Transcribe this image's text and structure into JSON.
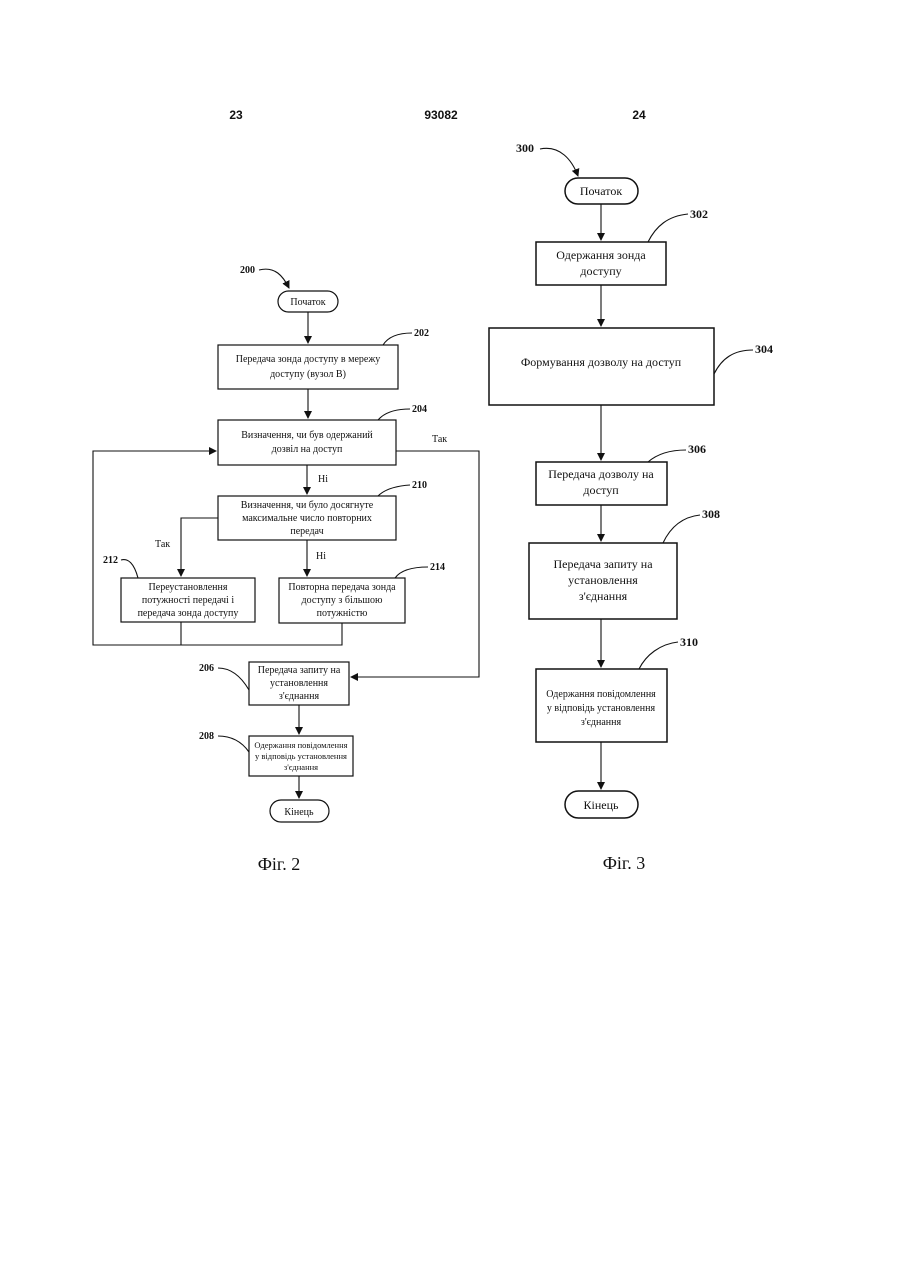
{
  "header": {
    "left_page": "23",
    "patent_number": "93082",
    "right_page": "24"
  },
  "fig2": {
    "caption": "Фіг. 2",
    "refs": {
      "flow": "200",
      "send_probe": "202",
      "determine_grant": "204",
      "send_request": "206",
      "receive_response": "208",
      "determine_max": "210",
      "reset": "212",
      "retransmit": "214"
    },
    "start": "Початок",
    "send_probe": [
      "Передача зонда доступу в мережу",
      "доступу (вузол В)"
    ],
    "determine_grant": [
      "Визначення, чи був одержаний",
      "дозвіл на доступ"
    ],
    "determine_max": [
      "Визначення, чи було досягнуте",
      "максимальне число повторних",
      "передач"
    ],
    "reset": [
      "Переустановлення",
      "потужності передачі і",
      "передача зонда доступу"
    ],
    "retransmit": [
      "Повторна передача зонда",
      "доступу з більшою",
      "потужністю"
    ],
    "send_request": [
      "Передача запиту на",
      "установлення",
      "з'єднання"
    ],
    "receive_response": [
      "Одержання повідомлення",
      "у відповідь установлення",
      "з'єднання"
    ],
    "end": "Кінець",
    "labels": {
      "yes_grant": "Так",
      "no_grant": "Ні",
      "yes_max": "Так",
      "no_max": "Ні"
    }
  },
  "fig3": {
    "caption": "Фіг. 3",
    "refs": {
      "flow": "300",
      "receive_probe": "302",
      "form_grant": "304",
      "send_grant": "306",
      "send_request": "308",
      "receive_response": "310"
    },
    "start": "Початок",
    "receive_probe": [
      "Одержання зонда",
      "доступу"
    ],
    "form_grant": [
      "Формування дозволу на доступ"
    ],
    "send_grant": [
      "Передача дозволу на",
      "доступ"
    ],
    "send_request": [
      "Передача запиту на",
      "установлення",
      "з'єднання"
    ],
    "receive_response": [
      "Одержання повідомлення",
      "у відповідь установлення",
      "з'єднання"
    ],
    "end": "Кінець"
  }
}
